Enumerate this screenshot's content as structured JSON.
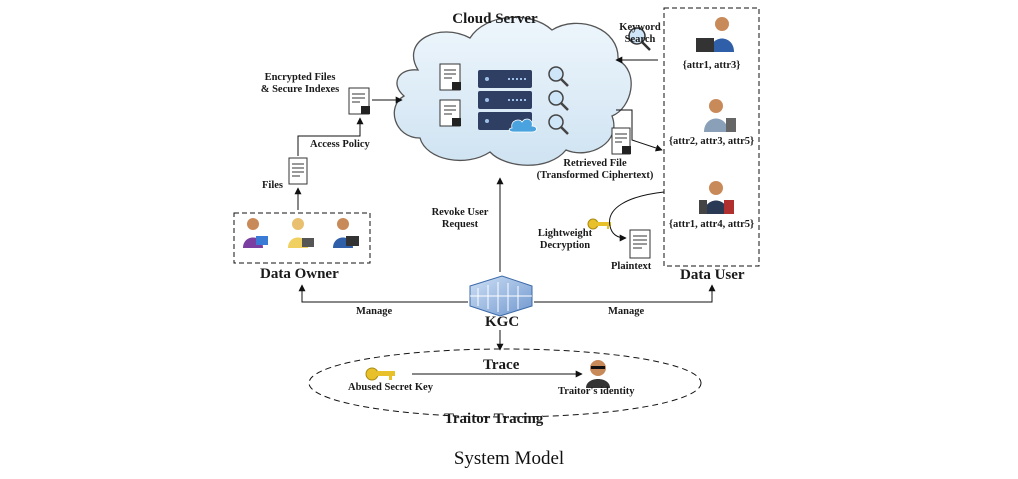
{
  "caption": "System Model",
  "cloud": {
    "title": "Cloud Server"
  },
  "owner": {
    "title": "Data Owner",
    "files_label": "Files",
    "access_policy_label": "Access Policy",
    "encrypted_label_line1": "Encrypted Files",
    "encrypted_label_line2": "& Secure Indexes"
  },
  "user": {
    "title": "Data User",
    "keyword_line1": "Keyword",
    "keyword_line2": "Search",
    "users": [
      {
        "attrs": "{attr1, attr3}"
      },
      {
        "attrs": "{attr2, attr3, attr5}"
      },
      {
        "attrs": "{attr1, attr4, attr5}"
      }
    ],
    "retrieved_line1": "Retrieved File",
    "retrieved_line2": "(Transformed Ciphertext)",
    "light_line1": "Lightweight",
    "light_line2": "Decryption",
    "plaintext_label": "Plaintext"
  },
  "kgc": {
    "title": "KGC",
    "revoke_line1": "Revoke User",
    "revoke_line2": "Request",
    "manage_left": "Manage",
    "manage_right": "Manage"
  },
  "tracing": {
    "title": "Traitor Tracing",
    "trace_label": "Trace",
    "abused_key_label": "Abused Secret Key",
    "identity_label": "Traitor's identity"
  },
  "colors": {
    "cloud_fill": "#dcecf7",
    "server": "#2f3f63",
    "person_blue": "#2f5fa8",
    "key": "#e8c12a",
    "kgc": "#8fb3e0"
  }
}
